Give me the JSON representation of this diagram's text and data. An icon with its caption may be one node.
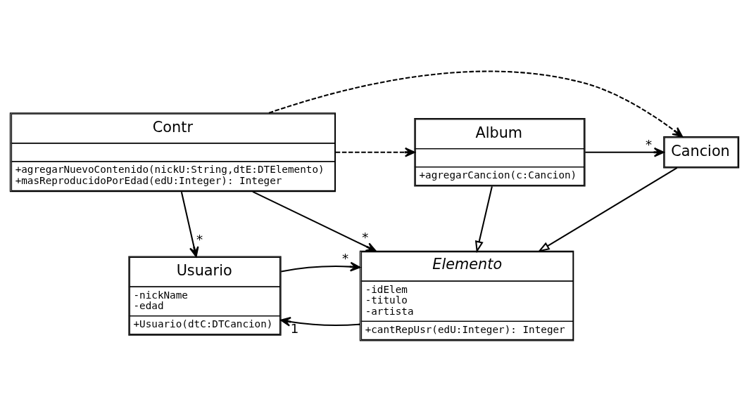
{
  "diagram": {
    "nodes": [
      {
        "text": [
          "Contr",
          "+agregarNuevoContenido(nickU:String,dtE:DTElemento)",
          "+masReproducidoPorEdad(edU:Integer): Integer"
        ]
      },
      {
        "text": [
          "Usuario",
          "-nickName",
          "-edad",
          "+Usuario(dtC:DTCancion)"
        ]
      },
      {
        "text": [
          "Elemento",
          "-idElem",
          "-titulo",
          "-artista",
          "+cantRepUsr(edU:Integer): Integer"
        ]
      },
      {
        "text": [
          "Cancion"
        ]
      },
      {
        "text": [
          "Album",
          "+agregarCancion(c:Cancion)"
        ]
      }
    ],
    "edges": [
      {
        "from": 0,
        "to": 1,
        "arrow": "to",
        "label": "*"
      },
      {
        "from": 0,
        "to": 2,
        "arrow": "to",
        "label": "*"
      },
      {
        "from": 2,
        "to": 1,
        "arrow": "to",
        "label": "1"
      },
      {
        "from": 1,
        "to": 2,
        "arrow": "to",
        "label": "*"
      },
      {
        "from": 3,
        "to": 2,
        "arrow": "to"
      },
      {
        "from": 4,
        "to": 2,
        "arrow": "to"
      },
      {
        "from": 4,
        "to": 3,
        "arrow": "to",
        "label": "*"
      },
      {
        "from": 0,
        "to": 3,
        "arrow": "to",
        "style": "dashed"
      },
      {
        "from": 0,
        "to": 4,
        "arrow": "to",
        "style": "dashed"
      }
    ]
  }
}
